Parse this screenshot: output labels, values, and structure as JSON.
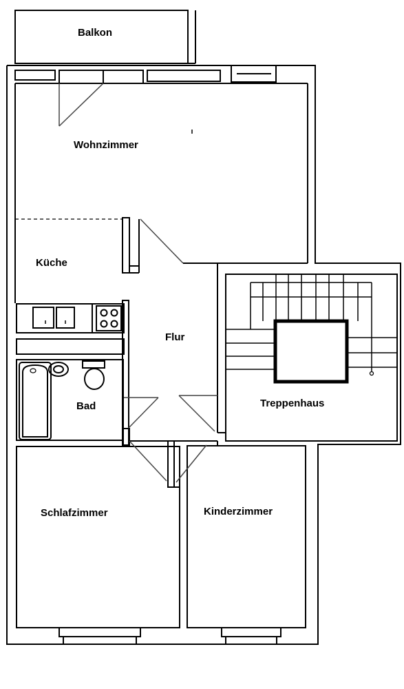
{
  "rooms": {
    "balkon": "Balkon",
    "wohnzimmer": "Wohnzimmer",
    "kueche": "Küche",
    "flur": "Flur",
    "bad": "Bad",
    "treppenhaus": "Treppenhaus",
    "schlafzimmer": "Schlafzimmer",
    "kinderzimmer": "Kinderzimmer"
  },
  "colors": {
    "wall": "#000000",
    "background": "#ffffff",
    "door_swing": "#444444"
  }
}
